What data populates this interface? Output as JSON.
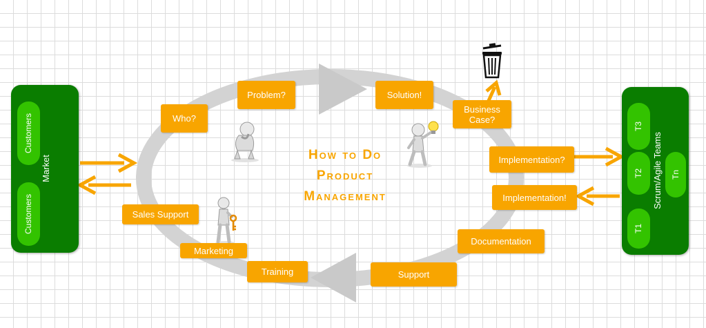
{
  "title": {
    "lines": [
      "How to Do",
      "Product",
      "Management"
    ]
  },
  "colors": {
    "accent": "#f8a500",
    "panel": "#0a7d00",
    "pill": "#33c300",
    "cycle": "#d3d3d3"
  },
  "market": {
    "label": "Market",
    "customers": [
      "Customers",
      "Customers"
    ]
  },
  "teams": {
    "label": "Scrum/Agile Teams",
    "members": [
      "T3",
      "T2",
      "Tn",
      "T1"
    ]
  },
  "steps": {
    "who": "Who?",
    "problem": "Problem?",
    "solution": "Solution!",
    "business_case": "Business Case?",
    "implementation_q": "Implementation?",
    "implementation_ex": "Implementation!",
    "documentation": "Documentation",
    "support": "Support",
    "training": "Training",
    "marketing": "Marketing",
    "sales_support": "Sales Support"
  },
  "icons": {
    "trash": "trash-can-icon",
    "thinking": "sad-thinking-person-icon",
    "idea": "person-with-lightbulb-icon",
    "keys": "person-with-keys-icon"
  }
}
